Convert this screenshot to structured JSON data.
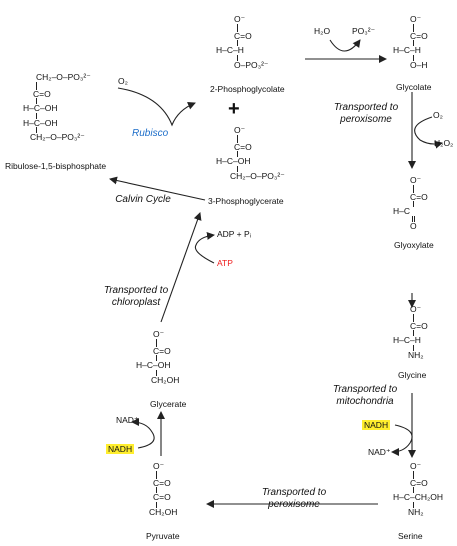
{
  "compounds": {
    "ribulose": {
      "name": "Ribulose-1,5-bisphosphate",
      "lines": [
        "CH₂–O–PO₃²⁻",
        "C=O",
        "H–C–OH",
        "H–C–OH",
        "CH₂–O–PO₃²⁻"
      ]
    },
    "phosphoglycolate": {
      "name": "2-Phosphoglycolate",
      "lines": [
        "O⁻",
        "C=O",
        "H–C–H",
        "O–PO₃²⁻"
      ]
    },
    "phosphoglycerate": {
      "name": "3-Phosphoglycerate",
      "lines": [
        "O⁻",
        "C=O",
        "H–C–OH",
        "CH₂–O–PO₃²⁻"
      ]
    },
    "glycolate": {
      "name": "Glycolate",
      "lines": [
        "O⁻",
        "C=O",
        "H–C–H",
        "O–H"
      ]
    },
    "glyoxylate": {
      "name": "Glyoxylate",
      "lines": [
        "O⁻",
        "C=O",
        "H–C",
        "O"
      ]
    },
    "glycine": {
      "name": "Glycine",
      "lines": [
        "O⁻",
        "C=O",
        "H–C–H",
        "NH₂"
      ]
    },
    "serine": {
      "name": "Serine",
      "lines": [
        "O⁻",
        "C=O",
        "H–C–CH₂OH",
        "NH₂"
      ]
    },
    "pyruvate": {
      "name": "Pyruvate",
      "lines": [
        "O⁻",
        "C=O",
        "C=O",
        "CH₂OH"
      ]
    },
    "glycerate": {
      "name": "Glycerate",
      "lines": [
        "O⁻",
        "C=O",
        "H–C–OH",
        "CH₂OH"
      ]
    }
  },
  "reagents": {
    "o2": "O₂",
    "rubisco": "Rubisco",
    "h2o": "H₂O",
    "po3": "PO₃²⁻",
    "o2_b": "O₂",
    "h2o2": "H₂O₂",
    "nadh_1": "NADH",
    "nad_1": "NAD⁺",
    "nadh_2": "NADH",
    "nad_2": "NAD⁺",
    "adp": "ADP + Pᵢ",
    "atp": "ATP"
  },
  "plus_sign": "+",
  "transport": {
    "peroxisome_1": [
      "Transported to",
      "peroxisome"
    ],
    "mitochondria": [
      "Transported to",
      "mitochondria"
    ],
    "peroxisome_2": [
      "Transported to",
      "peroxisome"
    ],
    "chloroplast": [
      "Transported to",
      "chloroplast"
    ]
  },
  "calvin_cycle": "Calvin Cycle",
  "colors": {
    "highlight": "#ffee2e",
    "enzyme": "#1d6ec9",
    "atp": "#ee1c1c",
    "line": "#222222"
  }
}
